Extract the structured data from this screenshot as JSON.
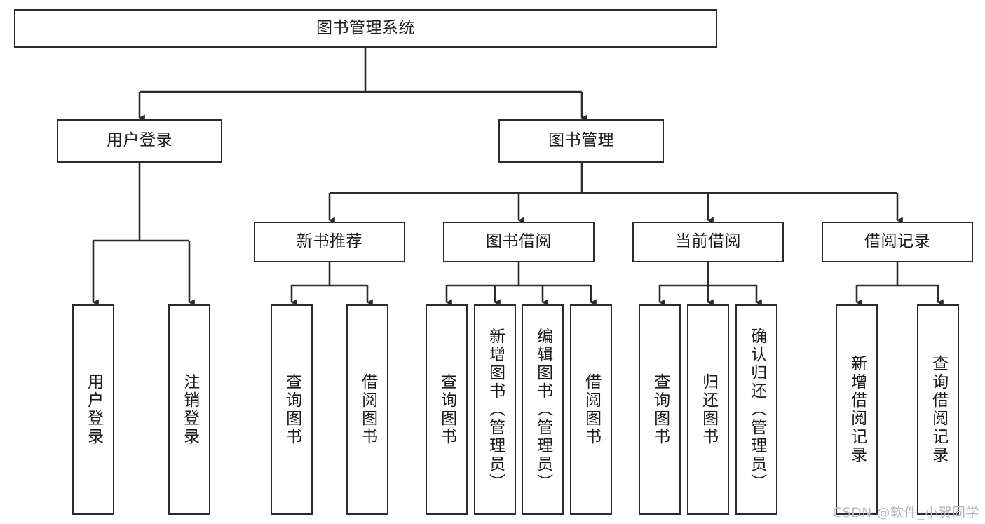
{
  "diagram": {
    "title": "图书管理系统",
    "type": "hierarchy-tree",
    "root": {
      "label": "图书管理系统"
    },
    "level2": [
      {
        "label": "用户登录"
      },
      {
        "label": "图书管理"
      }
    ],
    "level3": [
      {
        "label": "新书推荐"
      },
      {
        "label": "图书借阅"
      },
      {
        "label": "当前借阅"
      },
      {
        "label": "借阅记录"
      }
    ],
    "leaves": [
      {
        "label": "用户登录"
      },
      {
        "label": "注销登录"
      },
      {
        "label": "查询图书"
      },
      {
        "label": "借阅图书"
      },
      {
        "label": "查询图书"
      },
      {
        "label": "新增图书（管理员）"
      },
      {
        "label": "编辑图书（管理员）"
      },
      {
        "label": "借阅图书"
      },
      {
        "label": "查询图书"
      },
      {
        "label": "归还图书"
      },
      {
        "label": "确认归还（管理员）"
      },
      {
        "label": "新增借阅记录"
      },
      {
        "label": "查询借阅记录"
      }
    ],
    "colors": {
      "stroke": "#2b2b2b",
      "fill": "#ffffff",
      "text": "#1a1a1a",
      "watermark": "#b9b9b9"
    }
  },
  "watermark": {
    "text": "CSDN @软件_小贺同学"
  }
}
